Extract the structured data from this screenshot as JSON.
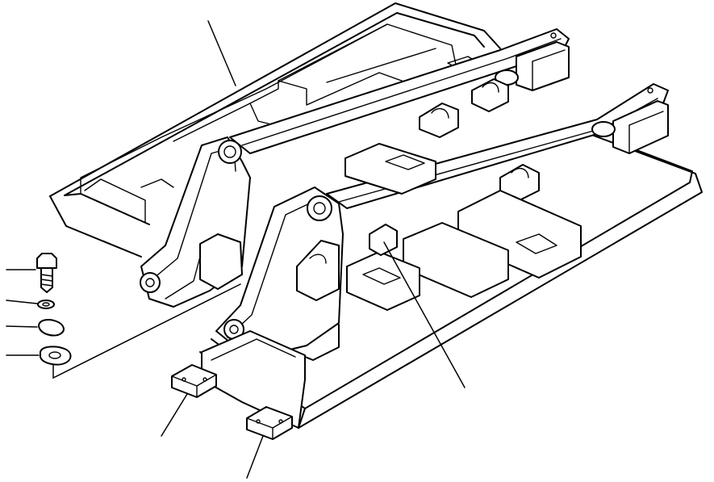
{
  "diagram": {
    "parts": [
      {
        "id": "main-frame",
        "icon": "frame-assembly-icon"
      },
      {
        "id": "bolt",
        "icon": "bolt-icon"
      },
      {
        "id": "lock-washer",
        "icon": "washer-icon"
      },
      {
        "id": "shim-plate",
        "icon": "shim-icon"
      },
      {
        "id": "mount-plate",
        "icon": "plate-icon"
      },
      {
        "id": "front-bracket-left",
        "icon": "bracket-icon"
      },
      {
        "id": "front-bracket-right",
        "icon": "bracket-icon"
      },
      {
        "id": "side-pad",
        "icon": "pad-icon"
      }
    ],
    "line_color": "#000000",
    "background": "#ffffff"
  }
}
